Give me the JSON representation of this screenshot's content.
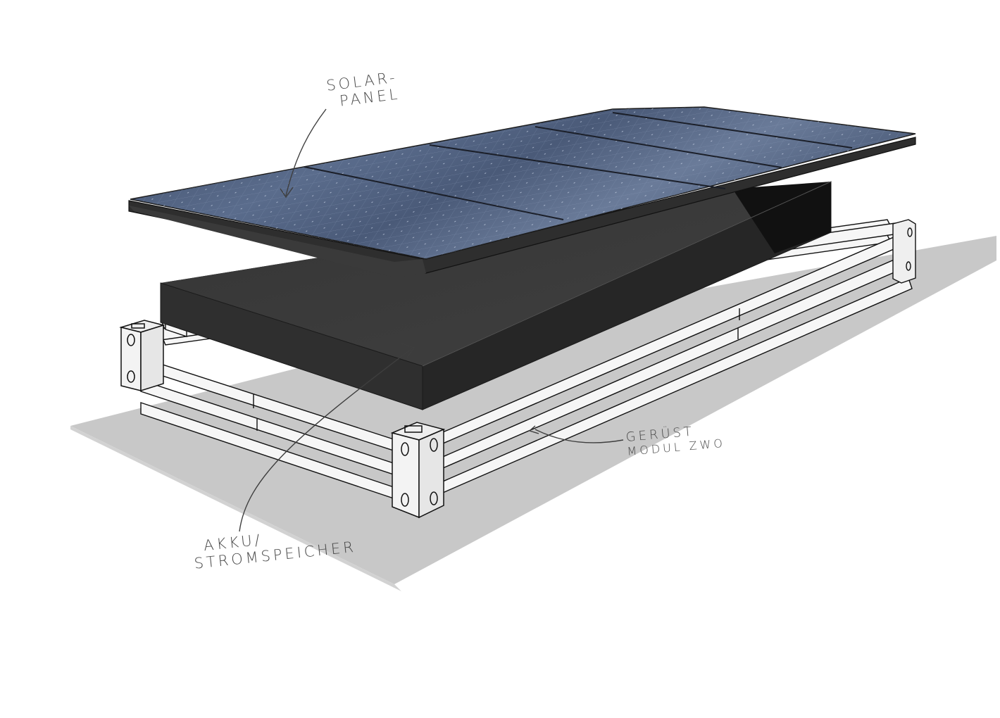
{
  "diagram": {
    "type": "exploded-view sketch",
    "components": [
      {
        "id": "solar_panel",
        "label_lines": [
          "SOLAR-",
          "PANEL"
        ]
      },
      {
        "id": "battery",
        "label_lines": [
          "AKKU/",
          "STROMSPEICHER"
        ]
      },
      {
        "id": "frame",
        "label_lines": [
          "GERÜST",
          "MODUL ZWO"
        ]
      }
    ],
    "colors": {
      "background": "#ffffff",
      "shadow": "#c8c8c8",
      "panel_cells": "#4a5a78",
      "panel_frame": "#2e2e2e",
      "battery_top": "#3d3d3d",
      "battery_side": "#2a2a2a",
      "frame_metal": "#f4f4f4",
      "ink": "#4a4a4a"
    }
  }
}
